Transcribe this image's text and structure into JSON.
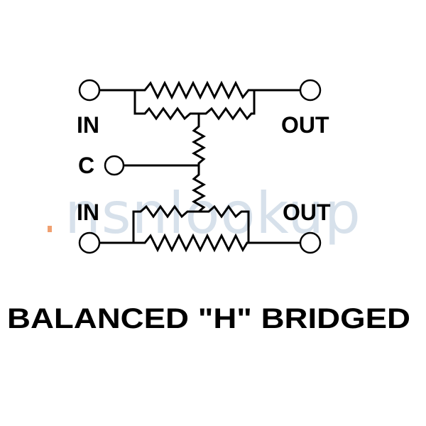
{
  "diagram": {
    "labels": {
      "in_top": "IN",
      "out_top": "OUT",
      "common": "C",
      "in_bottom": "IN",
      "out_bottom": "OUT"
    },
    "caption": "BALANCED \"H\" BRIDGED",
    "watermark": "nsnlookup"
  },
  "colors": {
    "line": "#000000",
    "background": "#ffffff",
    "watermark": "#b7c9db",
    "watermark_accent": "#f0a070"
  }
}
